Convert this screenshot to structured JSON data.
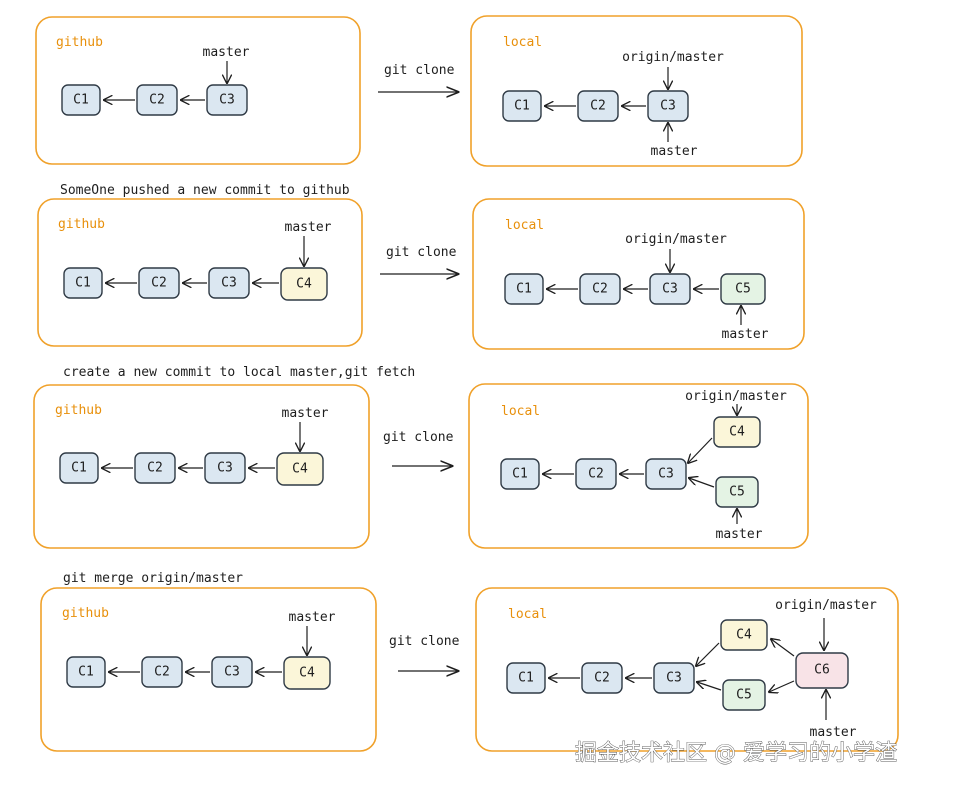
{
  "rows": [
    {
      "caption": "",
      "left": {
        "label": "github",
        "commits": [
          {
            "id": "C1",
            "color": "blue"
          },
          {
            "id": "C2",
            "color": "blue"
          },
          {
            "id": "C3",
            "color": "blue"
          }
        ],
        "refs": [
          {
            "text": "master"
          }
        ]
      },
      "transfer_label": "git clone",
      "right": {
        "label": "local",
        "commits": [
          {
            "id": "C1",
            "color": "blue"
          },
          {
            "id": "C2",
            "color": "blue"
          },
          {
            "id": "C3",
            "color": "blue"
          }
        ],
        "refs": [
          {
            "text": "origin/master"
          },
          {
            "text": "master"
          }
        ]
      }
    },
    {
      "caption": "SomeOne pushed a new commit to github",
      "left": {
        "label": "github",
        "commits": [
          {
            "id": "C1",
            "color": "blue"
          },
          {
            "id": "C2",
            "color": "blue"
          },
          {
            "id": "C3",
            "color": "blue"
          },
          {
            "id": "C4",
            "color": "yellow"
          }
        ],
        "refs": [
          {
            "text": "master"
          }
        ]
      },
      "transfer_label": "git clone",
      "right": {
        "label": "local",
        "commits": [
          {
            "id": "C1",
            "color": "blue"
          },
          {
            "id": "C2",
            "color": "blue"
          },
          {
            "id": "C3",
            "color": "blue"
          },
          {
            "id": "C5",
            "color": "green"
          }
        ],
        "refs": [
          {
            "text": "origin/master"
          },
          {
            "text": "master"
          }
        ]
      }
    },
    {
      "caption": "create a new commit to local master,git fetch",
      "left": {
        "label": "github",
        "commits": [
          {
            "id": "C1",
            "color": "blue"
          },
          {
            "id": "C2",
            "color": "blue"
          },
          {
            "id": "C3",
            "color": "blue"
          },
          {
            "id": "C4",
            "color": "yellow"
          }
        ],
        "refs": [
          {
            "text": "master"
          }
        ]
      },
      "transfer_label": "git clone",
      "right": {
        "label": "local",
        "commits": [
          {
            "id": "C1",
            "color": "blue"
          },
          {
            "id": "C2",
            "color": "blue"
          },
          {
            "id": "C3",
            "color": "blue"
          },
          {
            "id": "C4",
            "color": "yellow"
          },
          {
            "id": "C5",
            "color": "green"
          }
        ],
        "refs": [
          {
            "text": "origin/master"
          },
          {
            "text": "master"
          }
        ]
      }
    },
    {
      "caption": "git merge origin/master",
      "left": {
        "label": "github",
        "commits": [
          {
            "id": "C1",
            "color": "blue"
          },
          {
            "id": "C2",
            "color": "blue"
          },
          {
            "id": "C3",
            "color": "blue"
          },
          {
            "id": "C4",
            "color": "yellow"
          }
        ],
        "refs": [
          {
            "text": "master"
          }
        ]
      },
      "transfer_label": "git clone",
      "right": {
        "label": "local",
        "commits": [
          {
            "id": "C1",
            "color": "blue"
          },
          {
            "id": "C2",
            "color": "blue"
          },
          {
            "id": "C3",
            "color": "blue"
          },
          {
            "id": "C4",
            "color": "yellow"
          },
          {
            "id": "C5",
            "color": "green"
          },
          {
            "id": "C6",
            "color": "red"
          }
        ],
        "refs": [
          {
            "text": "origin/master"
          },
          {
            "text": "master"
          }
        ]
      }
    }
  ],
  "watermark": "掘金技术社区 @ 爱学习的小学渣",
  "colors": {
    "panel_border": "#f0a12a",
    "panel_label": "#e8900c",
    "blue": "#dbe7f1",
    "yellow": "#fbf6d9",
    "green": "#e4f3e4",
    "red": "#f8e3e7",
    "stroke": "#2f3a45"
  }
}
